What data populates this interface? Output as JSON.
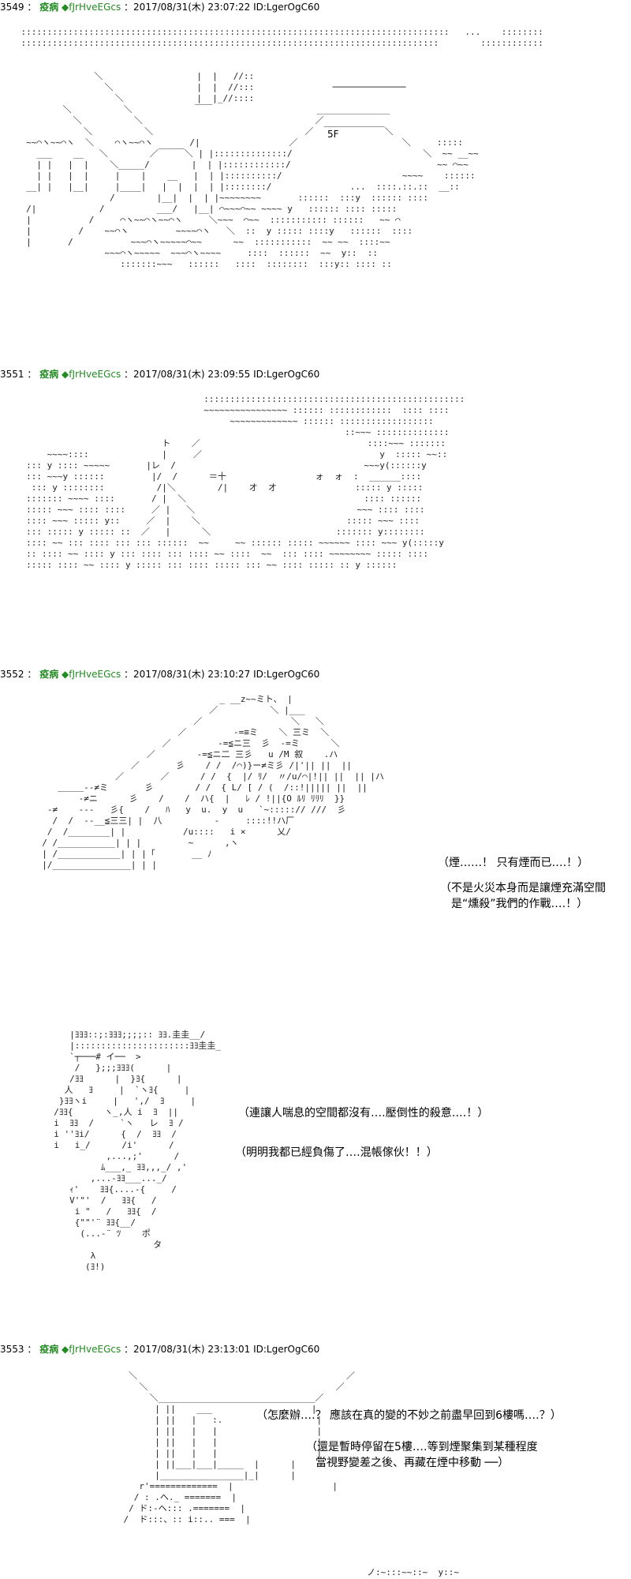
{
  "posts": [
    {
      "num": "3549",
      "name": "疫病",
      "trip": "◆fJrHveEGcs",
      "meta": "：2017/08/31(木) 23:07:22 ID:LgerOgC60",
      "label": "5F",
      "lines": []
    },
    {
      "num": "3551",
      "name": "疫病",
      "trip": "◆fJrHveEGcs",
      "meta": "：2017/08/31(木) 23:09:55 ID:LgerOgC60",
      "lines": []
    },
    {
      "num": "3552",
      "name": "疫病",
      "trip": "◆fJrHveEGcs",
      "meta": "：2017/08/31(木) 23:10:27 ID:LgerOgC60",
      "lines": [
        "（煙‥‥‥！ 只有煙而已‥‥！）",
        "（不是火災本身而是讓煙充滿空間",
        "是“燻殺”我們的作戰‥‥！）",
        "（連讓人喘息的空間都沒有‥‥壓倒性的殺意‥‥！）",
        "（明明我都已經負傷了‥‥混帳傢伙！！）"
      ]
    },
    {
      "num": "3553",
      "name": "疫病",
      "trip": "◆fJrHveEGcs",
      "meta": "：2017/08/31(木) 23:13:01 ID:LgerOgC60",
      "lines": [
        "（怎麼辦‥‥？ 應該在真的變的不妙之前盡早回到6樓嗎‥‥？）",
        "（還是暫時停留在5樓‥‥等到煙聚集到某種程度",
        "當視野變差之後、再藏在煙中移動 ──）"
      ]
    }
  ]
}
